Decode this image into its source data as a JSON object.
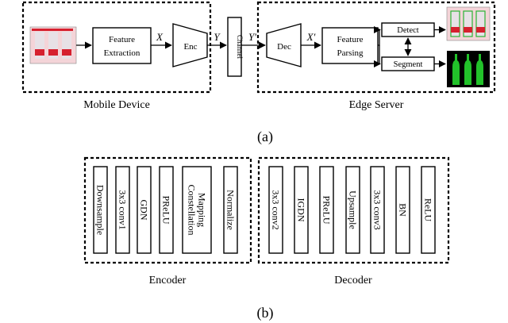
{
  "panel_a": {
    "mobile_label": "Mobile Device",
    "edge_label": "Edge Server",
    "feature_extraction": [
      "Feature",
      "Extraction"
    ],
    "enc": "Enc",
    "dec": "Dec",
    "channel": "Channel",
    "feature_parsing": [
      "Feature",
      "Parsing"
    ],
    "detect": "Detect",
    "segment": "Segment",
    "x": "X",
    "y": "Y",
    "y_prime": "Y′",
    "x_prime": "X′",
    "caption": "(a)"
  },
  "panel_b": {
    "encoder_label": "Encoder",
    "decoder_label": "Decoder",
    "encoder_layers": [
      "Downsample",
      "3x3 conv1",
      "GDN",
      "PReLU",
      "Normalize"
    ],
    "constellation": [
      "Constellation",
      "Mapping"
    ],
    "decoder_layers": [
      "3x3 conv2",
      "IGDN",
      "PReLU",
      "Upsample",
      "3x3 conv3",
      "BN",
      "ReLU"
    ],
    "caption": "(b)"
  },
  "colors": {
    "constellation_text": "#e8262a",
    "constellation_fill": "#d9d9d9",
    "segment_background": "#000000",
    "segment_bottle": "#22c22a",
    "bottle_red": "#d6202e"
  }
}
